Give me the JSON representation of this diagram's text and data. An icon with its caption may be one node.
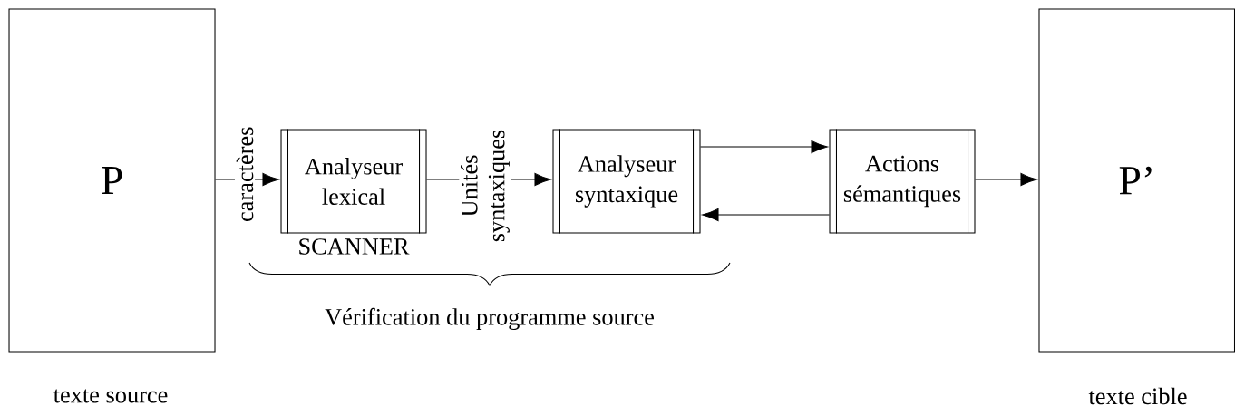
{
  "diagram": {
    "nodes": [
      {
        "text": [
          "P"
        ],
        "beside": [
          "texte source"
        ]
      },
      {
        "text": [
          "Analyseur lexical"
        ],
        "beside": [
          "SCANNER"
        ]
      },
      {
        "text": [
          "Analyseur syntaxique"
        ]
      },
      {
        "text": [
          "Actions sémantiques"
        ]
      },
      {
        "text": [
          "P’"
        ],
        "beside": [
          "texte cible"
        ]
      }
    ],
    "edges": [
      {
        "from": 0,
        "to": 1,
        "arrow": "to",
        "label": "caractères"
      },
      {
        "from": 1,
        "to": 2,
        "arrow": "to",
        "label": "Unités syntaxiques"
      },
      {
        "from": 2,
        "to": 3,
        "arrow": "to"
      },
      {
        "from": 3,
        "to": 2,
        "arrow": "to"
      },
      {
        "from": 3,
        "to": 4,
        "arrow": "to"
      }
    ],
    "labels": [
      "Vérification du programme source"
    ]
  }
}
